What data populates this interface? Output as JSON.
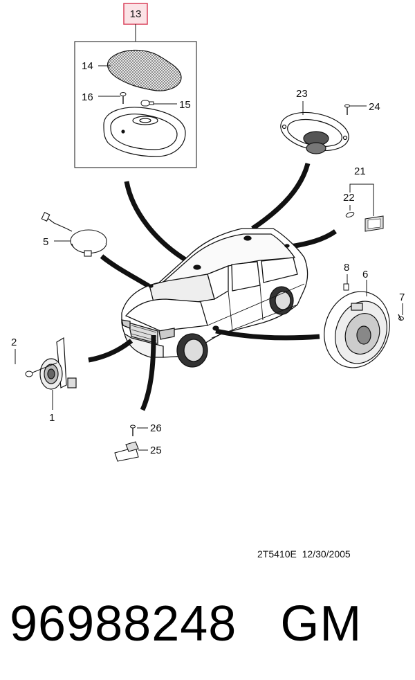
{
  "callouts": {
    "c1": "1",
    "c2": "2",
    "c5": "5",
    "c6": "6",
    "c7": "7",
    "c8": "8",
    "c13": "13",
    "c14": "14",
    "c15": "15",
    "c16": "16",
    "c21": "21",
    "c22": "22",
    "c23": "23",
    "c24": "24",
    "c25": "25",
    "c26": "26"
  },
  "reference": {
    "code": "2T5410E",
    "date": "12/30/2005"
  },
  "part": {
    "number": "96988248",
    "brand": "GM"
  },
  "colors": {
    "highlight_box": "#d9405a",
    "highlight_fill": "#fbe3e6",
    "line": "#111111"
  }
}
